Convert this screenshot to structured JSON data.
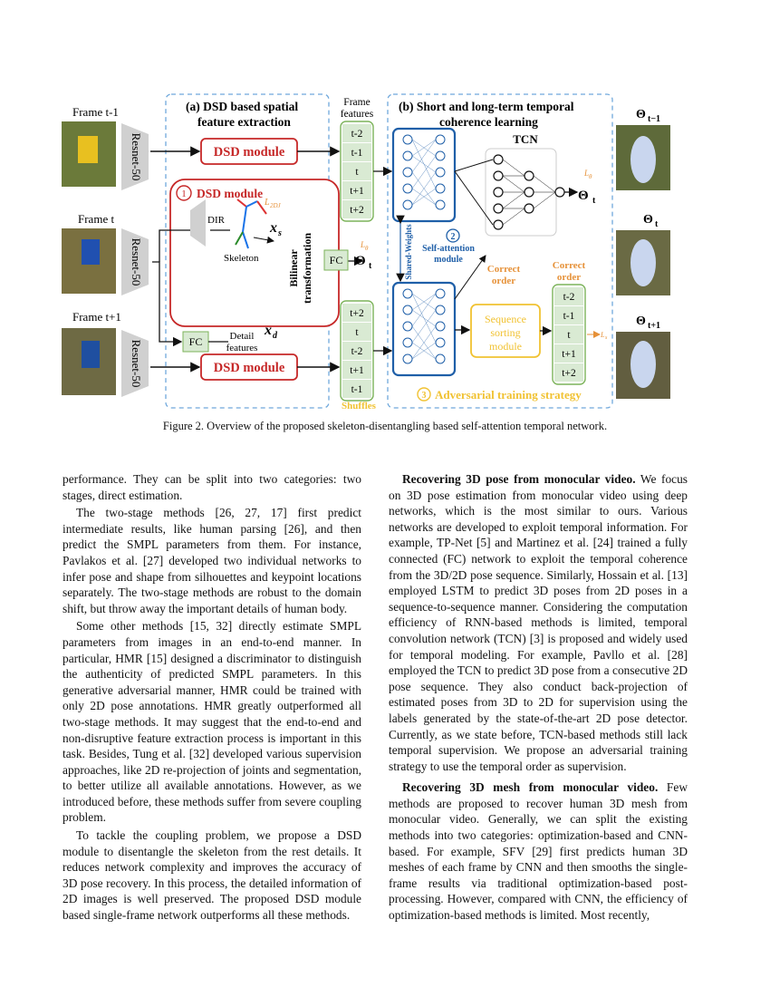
{
  "figure": {
    "frames": [
      "Frame t-1",
      "Frame t",
      "Frame t+1"
    ],
    "backbone": "Resnet-50",
    "section_a_title_1": "(a) DSD based spatial",
    "section_a_title_2": "feature extraction",
    "section_b_title_1": "(b) Short and long-term temporal",
    "section_b_title_2": "coherence learning",
    "dsd_module": "DSD module",
    "dsd_circle_label": "DSD module",
    "dsd_circle_num": "1",
    "dir": "DIR",
    "l2dj": "L",
    "l2dj_sub": "2DJ",
    "xs": "x",
    "xs_sub": "s",
    "xd": "x",
    "xd_sub": "d",
    "skeleton": "Skeleton",
    "fc": "FC",
    "detail_1": "Detail",
    "detail_2": "features",
    "bilinear_1": "Bilinear",
    "bilinear_2": "transformation",
    "frame_features_1": "Frame",
    "frame_features_2": "features",
    "seq_top": [
      "t-2",
      "t-1",
      "t",
      "t+1",
      "t+2"
    ],
    "seq_shuffled": [
      "t+2",
      "t",
      "t-2",
      "t+1",
      "t-1"
    ],
    "shuffles": "Shuffles",
    "theta": "Θ",
    "theta_sub_t": "t",
    "ltheta": "L",
    "ltheta_sub": "θ",
    "tcn": "TCN",
    "self_attn_num": "2",
    "self_attn_1": "Self-attention",
    "self_attn_2": "module",
    "shared_weights": "Shared-Weights",
    "correct_order_1": "Correct",
    "correct_order_2": "order",
    "seq_sort_1": "Sequence",
    "seq_sort_2": "sorting",
    "seq_sort_3": "module",
    "correct_seq": [
      "t-2",
      "t-1",
      "t",
      "t+1",
      "t+2"
    ],
    "ls": "L",
    "ls_sub": "s",
    "adv_num": "3",
    "adv_text": "Adversarial training strategy",
    "out_theta_tm1": "Θ",
    "out_theta_tm1_sub": "t−1",
    "out_theta_t": "Θ",
    "out_theta_t_sub": "t",
    "out_theta_tp1": "Θ",
    "out_theta_tp1_sub": "t+1"
  },
  "caption": "Figure 2. Overview of the proposed skeleton-disentangling based self-attention temporal network.",
  "left_paragraphs": [
    "performance.  They can be split into two categories:  two stages, direct estimation.",
    "The two-stage methods [26, 27, 17] first predict intermediate results, like human parsing [26], and then predict the SMPL parameters from them. For instance, Pavlakos et al. [27] developed two individual networks to infer pose and shape from silhouettes and keypoint locations separately. The two-stage methods are robust to the domain shift, but throw away the important details of human body.",
    "Some other methods [15, 32] directly estimate SMPL parameters from images in an end-to-end manner.  In particular, HMR [15] designed a discriminator to distinguish the authenticity of predicted SMPL parameters.  In this generative adversarial manner, HMR could be trained with only 2D pose annotations.  HMR greatly outperformed all two-stage methods. It may suggest that the end-to-end and non-disruptive feature extraction process is important in this task.  Besides, Tung et al. [32] developed various supervision approaches, like 2D re-projection of joints and segmentation, to better utilize all available annotations.  However, as we introduced before, these methods suffer from severe coupling problem.",
    "To tackle the coupling problem, we propose a DSD module to disentangle the skeleton from the rest details.  It reduces network complexity and improves the accuracy of 3D pose recovery.  In this process, the detailed information of 2D images is well preserved.  The proposed DSD module based single-frame network outperforms all these methods."
  ],
  "right_paragraphs": [
    {
      "head": "Recovering 3D pose from monocular video.",
      "body": " We focus on 3D pose estimation from monocular video using deep networks, which is the most similar to ours.  Various networks are developed to exploit temporal information.  For example, TP-Net [5] and Martinez et al. [24] trained a fully connected (FC) network to exploit the temporal coherence from the 3D/2D pose sequence.  Similarly, Hossain et al. [13] employed LSTM to predict 3D poses from 2D poses in a sequence-to-sequence manner.  Considering the computation efficiency of RNN-based methods is limited, temporal convolution network (TCN) [3] is proposed and widely used for temporal modeling.  For example, Pavllo et al. [28] employed the TCN to predict 3D pose from a consecutive 2D pose sequence.  They also conduct back-projection of estimated poses from 3D to 2D for supervision using the labels generated by the state-of-the-art 2D pose detector. Currently, as we state before, TCN-based methods still lack temporal supervision.  We propose an adversarial training strategy to use the temporal order as supervision."
    },
    {
      "head": "Recovering 3D mesh from monocular video.",
      "body": "  Few methods are proposed to recover human 3D mesh from monocular video.   Generally, we can split the existing methods into two categories: optimization-based and CNN-based.  For example, SFV [29] first predicts human 3D meshes of each frame by CNN and then smooths the single-frame results via traditional optimization-based post-processing.  However, compared with CNN, the efficiency of optimization-based methods is limited.  Most recently,"
    }
  ],
  "colors": {
    "dsd_red": "#c62828",
    "green_box": "#d9ead3",
    "green_border": "#7cb35a",
    "blue": "#1f5fa8",
    "dashed_blue": "#6fa8dc",
    "orange": "#e69138",
    "yellow": "#f1c232"
  }
}
